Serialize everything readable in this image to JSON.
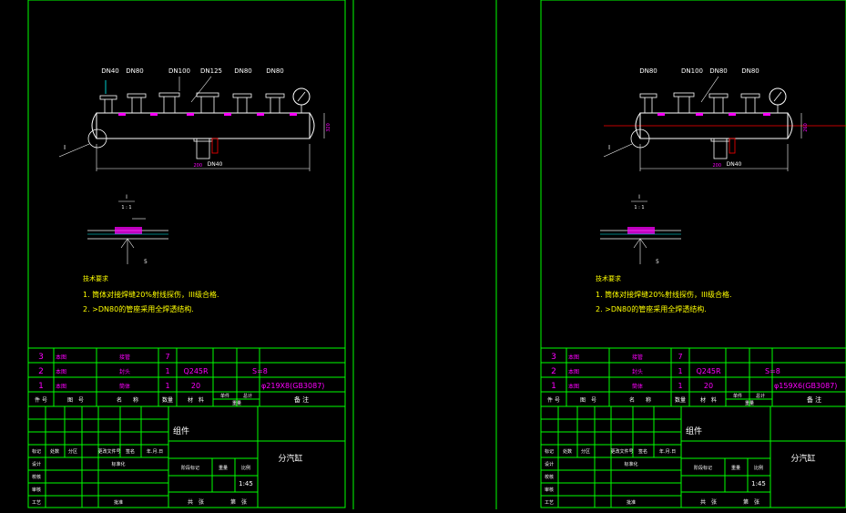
{
  "colors": {
    "background": "#000000",
    "frame": "#00ff00",
    "white": "#ffffff",
    "magenta": "#ff00ff",
    "yellow": "#ffff00",
    "red": "#ff0000",
    "cyan": "#00ffff"
  },
  "left": {
    "nozzles": [
      "DN40",
      "DN80",
      "DN100",
      "DN125",
      "DN80",
      "DN80"
    ],
    "bottom_nozzle": "DN40",
    "height_dim": "320",
    "bottom_dim": "200",
    "spec": "φ219X8(GB3087)"
  },
  "right": {
    "nozzles": [
      "DN80",
      "DN100",
      "DN80",
      "DN80"
    ],
    "bottom_nozzle": "DN40",
    "height_dim": "260",
    "bottom_dim": "200",
    "spec": "φ159X6(GB3087)"
  },
  "shared": {
    "section_mark": "I",
    "detail_mark": "I",
    "detail_scale": "1 : 1",
    "weld_mark": "5",
    "tech_title": "技术要求",
    "tech_1": "1. 筒体对接焊缝20%射线探伤，III级合格.",
    "tech_2": "2. >DN80的管座采用全焊透结构.",
    "parts": [
      {
        "no": "3",
        "drawing": "本图",
        "name": "接管",
        "qty": "7",
        "material": "",
        "note": ""
      },
      {
        "no": "2",
        "drawing": "本图",
        "name": "封头",
        "qty": "1",
        "material": "Q245R",
        "note": "S=8"
      },
      {
        "no": "1",
        "drawing": "本图",
        "name": "筒体",
        "qty": "1",
        "material": "20",
        "note": ""
      }
    ],
    "header": {
      "no": "件 号",
      "drawing": "图　号",
      "name": "名　　称",
      "qty": "数量",
      "material": "材　料",
      "single": "单件",
      "total": "总计",
      "weight": "重量",
      "remark": "备 注"
    },
    "block": {
      "group": "组件",
      "title": "分汽缸",
      "mark": "标记",
      "count": "处数",
      "zone": "分区",
      "change_doc": "更改文件号",
      "sign": "签名",
      "date": "年.月.日",
      "design": "设计",
      "standard": "标准化",
      "check": "校核",
      "review": "审核",
      "process": "工艺",
      "approve": "批准",
      "stage_mark": "阶段标记",
      "weight": "重量",
      "ratio": "比例",
      "ratio_val": "1:45",
      "sheets": "共　张",
      "sheet": "第　张"
    }
  }
}
